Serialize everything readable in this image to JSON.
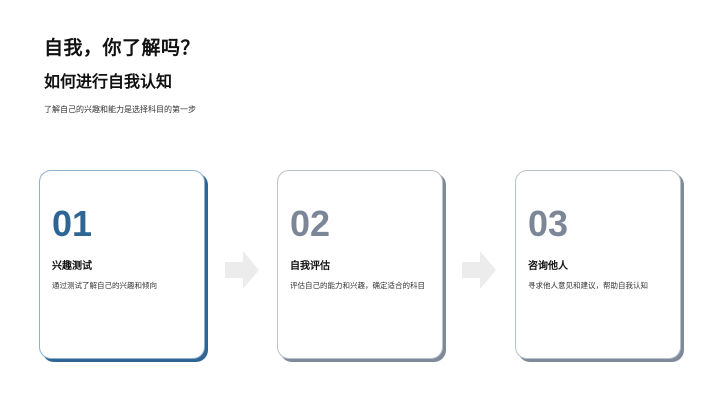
{
  "header": {
    "title": "自我，你了解吗？",
    "subtitle": "如何进行自我认知",
    "description": "了解自己的兴趣和能力是选择科目的第一步"
  },
  "steps": [
    {
      "number": "01",
      "title": "兴趣测试",
      "body": "通过测试了解自己的兴趣和倾向",
      "accent": "#2f6594"
    },
    {
      "number": "02",
      "title": "自我评估",
      "body": "评估自己的能力和兴趣，确定适合的科目",
      "accent": "#7b8797"
    },
    {
      "number": "03",
      "title": "咨询他人",
      "body": "寻求他人意见和建议，帮助自我认知",
      "accent": "#7b8797"
    }
  ],
  "icons": {
    "arrow": "arrow-right-icon"
  }
}
